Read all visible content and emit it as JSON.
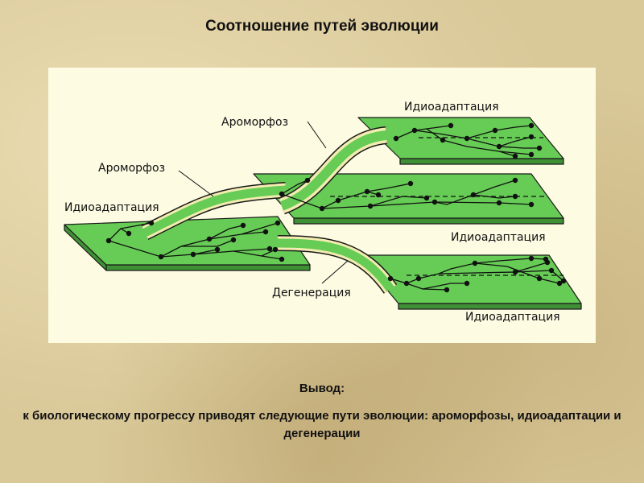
{
  "title": "Соотношение путей эволюции",
  "diagram": {
    "labels": {
      "aromorphosis_top": "Ароморфоз",
      "aromorphosis_left": "Ароморфоз",
      "idioadaptation_left": "Идиоадаптация",
      "idioadaptation_top_right": "Идиоадаптация",
      "idioadaptation_middle_right": "Идиоадаптация",
      "idioadaptation_bottom_right": "Идиоадаптация",
      "degeneration": "Дегенерация"
    },
    "colors": {
      "platform_fill": "#66cc55",
      "platform_side": "#3f8f35",
      "path_edge": "#f2ecb0",
      "outline": "#1a1a1a",
      "panel": "#fdfbe2"
    }
  },
  "conclusion": {
    "heading": "Вывод:",
    "text": "к биологическому прогрессу приводят следующие пути эволюции: ароморфозы, идиоадаптации и дегенерации"
  }
}
